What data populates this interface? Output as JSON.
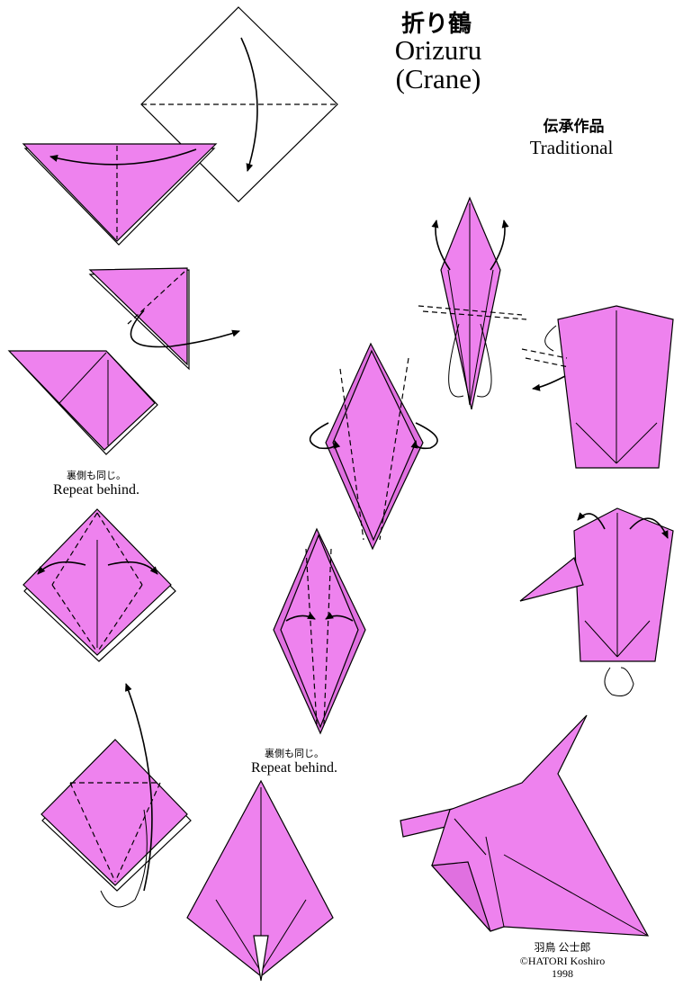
{
  "header": {
    "title_jp": "折り鶴",
    "title_en_line1": "Orizuru",
    "title_en_line2": "(Crane)",
    "traditional_jp": "伝承作品",
    "traditional_en": "Traditional"
  },
  "notes": {
    "repeat_behind_1_jp": "裏側も同じ。",
    "repeat_behind_1_en": "Repeat behind.",
    "repeat_behind_2_jp": "裏側も同じ。",
    "repeat_behind_2_en": "Repeat behind."
  },
  "credit": {
    "author_jp": "羽鳥 公士郎",
    "author_en": "©HATORI Koshiro",
    "year": "1998"
  },
  "colors": {
    "paper": "#ee82ee",
    "outline": "#000000",
    "background": "#ffffff"
  }
}
